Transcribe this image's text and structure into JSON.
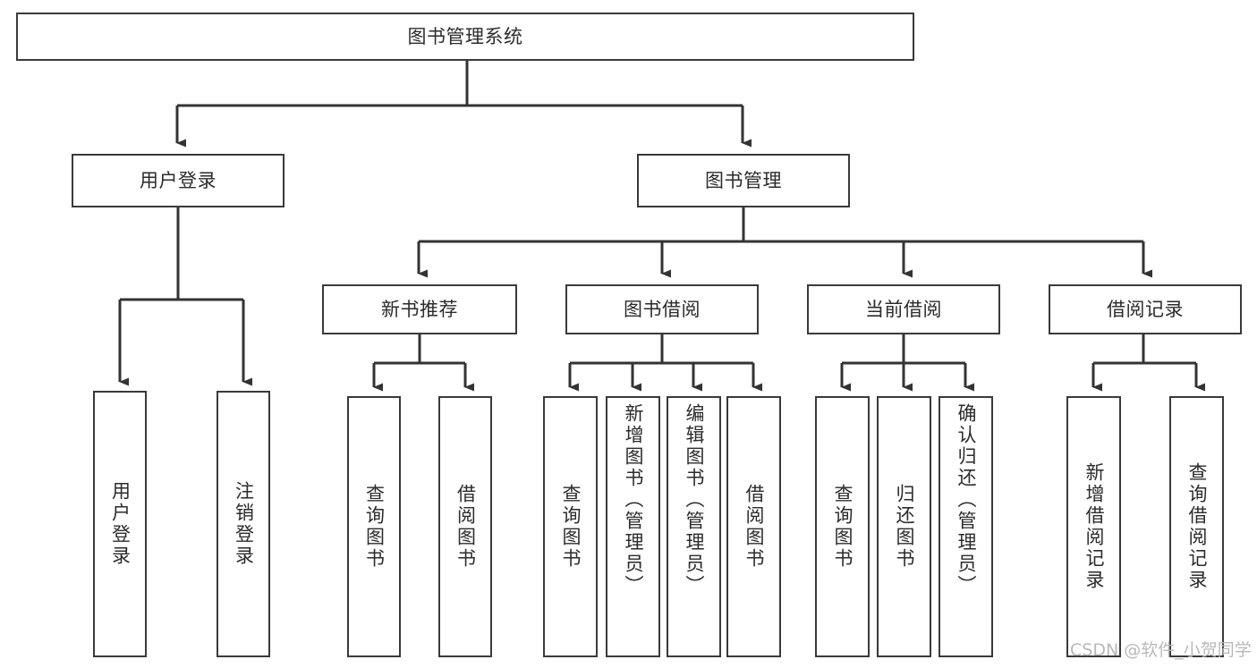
{
  "diagram": {
    "type": "tree",
    "title": "图书管理系统",
    "style": {
      "box_border_color": "#3a3a3a",
      "box_fill_color": "#ffffff",
      "text_color": "#2b2b2b",
      "connector_color": "#333333",
      "background": "#ffffff"
    },
    "levels": [
      {
        "level": 1,
        "nodes": [
          {
            "id": "root",
            "label": "图书管理系统",
            "orientation": "horizontal"
          }
        ]
      },
      {
        "level": 2,
        "nodes": [
          {
            "id": "login",
            "label": "用户登录",
            "parent": "root",
            "orientation": "horizontal"
          },
          {
            "id": "bookmgmt",
            "label": "图书管理",
            "parent": "root",
            "orientation": "horizontal"
          }
        ]
      },
      {
        "level": 3,
        "nodes": [
          {
            "id": "newbook",
            "label": "新书推荐",
            "parent": "bookmgmt",
            "orientation": "horizontal"
          },
          {
            "id": "borrow",
            "label": "图书借阅",
            "parent": "bookmgmt",
            "orientation": "horizontal"
          },
          {
            "id": "current",
            "label": "当前借阅",
            "parent": "bookmgmt",
            "orientation": "horizontal"
          },
          {
            "id": "records",
            "label": "借阅记录",
            "parent": "bookmgmt",
            "orientation": "horizontal"
          }
        ]
      },
      {
        "level": 4,
        "nodes": [
          {
            "id": "leaf1",
            "label": "用户登录",
            "parent": "login",
            "orientation": "vertical"
          },
          {
            "id": "leaf2",
            "label": "注销登录",
            "parent": "login",
            "orientation": "vertical"
          },
          {
            "id": "leaf3",
            "label": "查询图书",
            "parent": "newbook",
            "orientation": "vertical"
          },
          {
            "id": "leaf4",
            "label": "借阅图书",
            "parent": "newbook",
            "orientation": "vertical"
          },
          {
            "id": "leaf5",
            "label": "查询图书",
            "parent": "borrow",
            "orientation": "vertical"
          },
          {
            "id": "leaf6",
            "label": "新增图书（管理员）",
            "parent": "borrow",
            "orientation": "vertical"
          },
          {
            "id": "leaf7",
            "label": "编辑图书（管理员）",
            "parent": "borrow",
            "orientation": "vertical"
          },
          {
            "id": "leaf8",
            "label": "借阅图书",
            "parent": "borrow",
            "orientation": "vertical"
          },
          {
            "id": "leaf9",
            "label": "查询图书",
            "parent": "current",
            "orientation": "vertical"
          },
          {
            "id": "leaf10",
            "label": "归还图书",
            "parent": "current",
            "orientation": "vertical"
          },
          {
            "id": "leaf11",
            "label": "确认归还（管理员）",
            "parent": "current",
            "orientation": "vertical"
          },
          {
            "id": "leaf12",
            "label": "新增借阅记录",
            "parent": "records",
            "orientation": "vertical"
          },
          {
            "id": "leaf13",
            "label": "查询借阅记录",
            "parent": "records",
            "orientation": "vertical"
          }
        ]
      }
    ]
  },
  "watermark": {
    "text": "CSDN @软件_小贺同学",
    "color": "#b9b9b9"
  }
}
